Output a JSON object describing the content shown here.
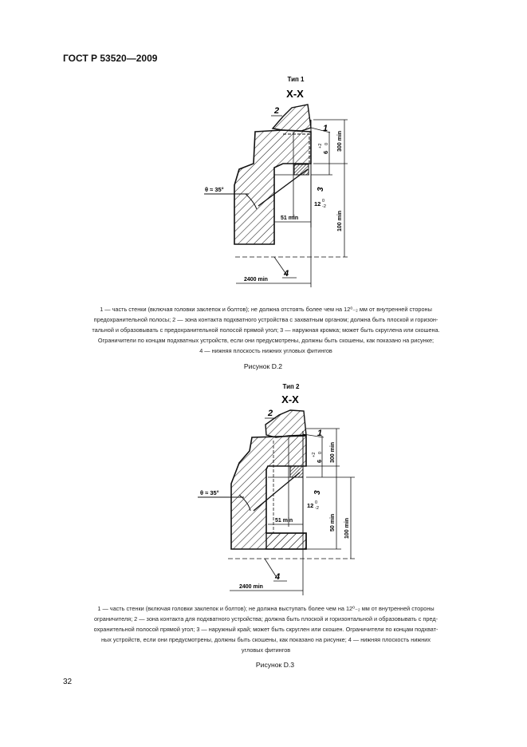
{
  "header": {
    "title": "ГОСТ Р 53520—2009"
  },
  "figure_d2": {
    "type_label": "Тип 1",
    "section_label": "X-X",
    "callouts": [
      "1",
      "2",
      "3",
      "4"
    ],
    "dim_300": "300 min",
    "dim_100": "100 min",
    "dim_51": "51 min",
    "dim_2400": "2400 min",
    "dim_6_main": "6",
    "dim_6_tol_up": "+2",
    "dim_6_tol_low": "0",
    "dim_12_main": "12",
    "dim_12_tol_up": "0",
    "dim_12_tol_low": "-2",
    "angle_label": "θ ≈ 35°",
    "caption_line1": "1 — часть стенки (включая головки заклепок и болтов); не должна отстоять более чем на 12⁰₋₂ мм от внутренней стороны",
    "caption_line2": "предохранительной полосы; 2 — зона контакта подхватного устройства с захватным органом; должна быть плоской и горизон-",
    "caption_line3": "тальной и образовывать с предохранительной полосой прямой угол; 3 — наружная кромка; может быть скруглена или скошена.",
    "caption_line4": "Ограничители по концам подхватных устройств, если они предусмотрены, должны быть скошены, как показано на рисунке;",
    "caption_line5": "4 — нижняя плоскость нижних угловых фитингов",
    "title": "Рисунок D.2"
  },
  "figure_d3": {
    "type_label": "Тип 2",
    "section_label": "X-X",
    "callouts": [
      "1",
      "2",
      "3",
      "4"
    ],
    "dim_300": "300 min",
    "dim_50": "50 min",
    "dim_100": "100 min",
    "dim_51": "51 min",
    "dim_2400": "2400 min",
    "dim_6_main": "6",
    "dim_6_tol_up": "+2",
    "dim_6_tol_low": "0",
    "dim_12_main": "12",
    "dim_12_tol_up": "0",
    "dim_12_tol_low": "-2",
    "angle_label": "θ ≈ 35°",
    "caption_line1": "1 — часть стенки (включая головки заклепок и болтов); не должна выступать более чем на 12⁰₋₂ мм от внутренней стороны",
    "caption_line2": "ограничителя; 2 — зона контакта для подхватного устройства; должна быть плоской и горизонтальной и образовывать с пред-",
    "caption_line3": "охранительной полосой прямой угол; 3 — наружный край; может быть скруглен или скошен. Ограничители по концам подхват-",
    "caption_line4": "ных устройств, если они предусмотрены, должны быть скошены, как показано на рисунке; 4 — нижняя плоскость нижних",
    "caption_line5": "угловых фитингов",
    "title": "Рисунок D.3"
  },
  "footer": {
    "page_number": "32"
  }
}
